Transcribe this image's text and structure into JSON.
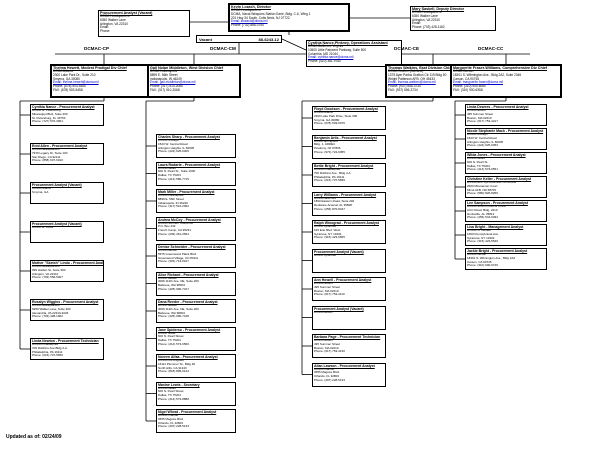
{
  "footer": "Updated as of: 02/24/09",
  "departments": [
    "DCMAC-CP",
    "DCMAC-CM",
    "DCMAC-CE",
    "DCMAC-CC"
  ],
  "top_boxes": {
    "director": [
      "Kevin Lozach, Director",
      "DCMA Headquarters",
      "DCMA, Naval Weapons Station Earle, Bldg. C-6, Wing 1",
      "201 Hwy 34 South, Colts Neck, NJ 07722",
      "Email: klozach@dcma.mil",
      "Phone: (732) 866-0754"
    ],
    "deputy": [
      "Mary Saskell, Deputy Director",
      "DCMA Headquarters",
      "6350 Walker Lane",
      "Arlington, VA 22310",
      "Email:",
      "Phone: (703) 428-1162"
    ],
    "left_analyst": [
      "Procurement Analyst (Vacant)",
      "DCMA Headquarters",
      "6350 Walker Lane",
      "Arlington, VA 22310",
      "Email:",
      "Phone:"
    ],
    "vacant": [
      "Vacant",
      "88-6243-12"
    ],
    "ops": [
      "Cynthia Nance-Pinkney, Operations Assistant",
      "DCMA Baltimore Virginia",
      "10500 Little Patuxent Parkway, Suite 500",
      "Columbia, MD 21044",
      "Email: cynthia.nance@dcma.mil",
      "Phone: (410) 381-9760"
    ]
  },
  "heads": [
    [
      "Thelma Hewett, Modest Prodigal Div Chief",
      "DCMA Atlanta",
      "2300 Lake Park Dr., Suite 210",
      "Smyrna, GA 30080",
      "Email: thelma.hewett@dcma.mil",
      "Phone: (678) 503-5465",
      "FAX: (678) 503-5458"
    ],
    [
      "Gail Nolan Middleton, West Division Chief",
      "DCMA Indianapolis",
      "8899 E. 56th Street",
      "Indianapolis, IN 46249",
      "Email: gail.middleton@dcma.mil",
      "Phone: (317) 510-2065",
      "FAX: (317) 510-2068"
    ],
    [
      "Thomas Watkins, East Division Chief",
      "DCMA Grafton (Ashland)",
      "1375 Ayer Parkw Grafton Ctr 119 Bldg 50",
      "Wright Patterson AFB, OH 45433",
      "Email: thomas.watkins@dcma.mil",
      "Phone: (937) 656-3734",
      "FAX: (937) 656-3734"
    ],
    [
      "Marguerite Fraser-Williams, Comprehensive Div Chief",
      "DCMA Carson",
      "18301 S. Wilmington Ave., Bldg 2A2, Suite 2346",
      "Carson, CA 90745",
      "Email: marguerite.fraser@dcma.mil",
      "Phone: (310) 900-6080",
      "FAX: (310) 900-6358"
    ]
  ],
  "columns": [
    [
      [
        "Cynthia Nance - Procurement Analyst",
        "DCMA St. Petersburg",
        "Mississippi Blvd, Suite 200",
        "St. Petersburg, FL 33763",
        "Phone: (727) 570-3961"
      ],
      [
        "Enid Allen - Procurement Analyst",
        "DCMA Headquarters",
        "7979 Legacy Dr, Suite 100",
        "San Diego, CA 92111",
        "Phone: (858) 637-6010"
      ],
      [
        "Procurement Analyst (Vacant)",
        "DCMA Atlanta",
        "Smyrna, GA"
      ],
      [
        "Procurement Analyst (Vacant)",
        "DCMA St. Louis"
      ],
      [
        "Mother \"Sketch\" Lindo - Procurement Analyst",
        "DCMA Headquarters",
        "999 Holden St, Suite 300",
        "Arlington, VA 22310",
        "Phone: (703) 556-5007"
      ],
      [
        "Rosalyn Wiggins - Procurement Analyst",
        "DCMA Headquarters",
        "6350 Walker Lane, Suite 300",
        "Alexandria, VA 22310-3226",
        "Phone: (703) 428-1062"
      ],
      [
        "Linda Newton - Procurement Technician",
        "DCMA Philadelphia",
        "700 Robbins Ave Bldg 4-A",
        "Philadelphia, PA 19111",
        "Phone: (215) 737-5650"
      ]
    ],
    [
      [
        "Charles Sharp - Procurement Analyst",
        "DCMA Chicago",
        "1523 W. Central Road",
        "Arlington Heights, IL 60005",
        "Phone: (224) 625-6306"
      ],
      [
        "Laura Rodarte - Procurement Analyst",
        "DCMA Dallas",
        "600 N. Pearl St., Suite 1630",
        "Dallas, TX 75201",
        "Phone: (214) 580-7715"
      ],
      [
        "Mark Miller - Procurement Analyst",
        "DCMA Indianapolis",
        "8899 E. 56th Street",
        "Indianapolis, IN 46249",
        "Phone: (317) 510-2062"
      ],
      [
        "Andrea McCoy - Procurement Analyst",
        "DCMA Northern California",
        "P.O. Box 232",
        "French Camp, CA 95231",
        "Phone: (209) 461-3564"
      ],
      [
        "Denise Schneider - Procurement Analyst",
        "DCMA Denver",
        "5975 Greenwood Plaza Blvd.",
        "Greenwood Village, CO 80111",
        "Phone: (303) 713-0017"
      ],
      [
        "Alice Richard - Procurement Analyst",
        "DCMA Seattle",
        "3009 112th Ave. NE, Suite 200",
        "Bellevue, WA 98004",
        "Phone: (425) 990-7317"
      ],
      [
        "Dana Reeder - Procurement Analyst",
        "DCMA Seattle",
        "3009 112th Ave. NE, Suite 200",
        "Bellevue, WA 98004",
        "Phone: (425) 990-7318"
      ],
      [
        "Jane Spiderso - Procurement Analyst",
        "DCMA Texas",
        "600 N. Pearl Street",
        "Dallas, TX 75201",
        "Phone: (214) 573-6560"
      ],
      [
        "Noreen Alfaa - Procurement Analyst",
        "DCMA Los Angeles",
        "16111 Plummer St., Bldg 20",
        "North Hills, CA 91343",
        "Phone: (818) 895-0124"
      ],
      [
        "Maxine Lewis - Secretary",
        "DCMA Dallas",
        "600 N. Pearl Street",
        "Dallas, TX 75201",
        "Phone: (214) 573-8888"
      ],
      [
        "Nigel Wheat - Procurement Analyst",
        "DCMA Orlando",
        "3555 Maguire Blvd",
        "Orlando, FL 32803",
        "Phone: (407) 228-5133"
      ]
    ],
    [
      [
        "Floyd Goodson - Procurement Analyst",
        "DCMA Atlanta",
        "2300 Lake Park Drive, Suite 300",
        "Smyrna, GA 30080",
        "Phone: (678) 503-6076"
      ],
      [
        "Benjamin Artis - Procurement Analyst",
        "DCMA Springfield",
        "Bldg. 1, ARDEC",
        "Picatinny, NJ 07806",
        "Phone: (973) 724-6055"
      ],
      [
        "Bettie Bright - Procurement Analyst",
        "DCMA Philadelphia",
        "700 Robbins Ave., Bldg 4-A",
        "Philadelphia, PA 19111",
        "Phone: (215) 737-5839"
      ],
      [
        "Larry Williams - Procurement Analyst",
        "DCMA Baltimore",
        "1800 Eastern Road, Suite 202",
        "Redstone Arsenal, AL 35808",
        "Phone: (256) 876-8447"
      ],
      [
        "Ralph Winograd - Procurement Analyst",
        "DCMA Syracuse",
        "615 Erie Blvd. West",
        "Syracuse, NY 13204",
        "Phone: (315) 423-6665"
      ],
      [
        "Procurement Analyst (Vacant)",
        "DCMA Syracuse"
      ],
      [
        "Ann Howell - Procurement Analyst",
        "DCMA Boston",
        "495 Summer Street",
        "Boston, MA 02210",
        "Phone: (617) 753-4110"
      ],
      [
        "Procurement Analyst (Vacant)",
        "DCMA Boston"
      ],
      [
        "Barbara Page - Procurement Technician",
        "DCMA Boston",
        "495 Summer Street",
        "Boston, MA 02210",
        "Phone: (617) 753-4130"
      ],
      [
        "Allan Lawson - Procurement Analyst",
        "DCMA Orlando",
        "3555 Maguire Blvd.",
        "Orlando, FL 32803",
        "Phone: (407) 228-5133"
      ]
    ],
    [
      [
        "Linda Dewees - Procurement Analyst",
        "DCMA Boston",
        "495 Summer Street",
        "Boston, MA 02210",
        "Phone: (617) 753-4217"
      ],
      [
        "Nicole Stephanie Mack - Procurement Analyst",
        "DCMA Chicago",
        "1523 W. Central Road",
        "Arlington Heights, IL 60005",
        "Phone: (224) 625-6353"
      ],
      [
        "Wilda Jones - Procurement Analyst",
        "DCMA Dallas",
        "600 N. Pearl St.",
        "Dallas, TX 75201",
        "Phone: (214) 573-6551"
      ],
      [
        "Christine Keller - Procurement Analyst",
        "DCMA Aero Sys Business Command",
        "2600 Minuteman Court",
        "Minot AFB, ND 58705",
        "Phone: (580) 826-8256"
      ],
      [
        "Lee Sampson - Procurement Analyst",
        "DCMA NASA Products Office",
        "ACO Road, Bldg. 2210",
        "Huntsville, AL 35812",
        "Phone: (256) 544-6394"
      ],
      [
        "Lisa Bright - Management Analyst",
        "DCMA NY Buffalo",
        "1600 Pennsylvania Ave",
        "Syracuse, NY 13202",
        "Phone: (315) 423-5540"
      ],
      [
        "Jackie Bright - Procurement Analyst",
        "DCMA Carson",
        "18301 S. Wilmington Ave., Bldg 2A2",
        "Carson, CA 90745",
        "Phone: (310) 900-6726"
      ]
    ]
  ]
}
